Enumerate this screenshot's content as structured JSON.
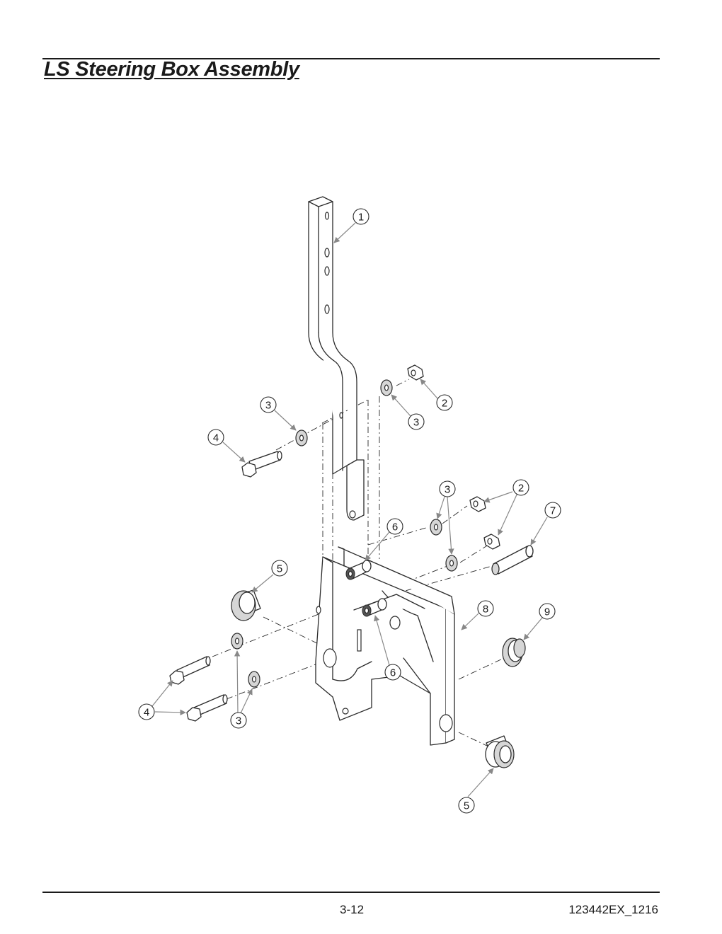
{
  "header": {
    "title": "LS Steering Box Assembly"
  },
  "footer": {
    "page_number": "3-12",
    "doc_code": "123442EX_1216"
  },
  "callouts": [
    {
      "label": "1"
    },
    {
      "label": "2"
    },
    {
      "label": "3"
    },
    {
      "label": "3"
    },
    {
      "label": "4"
    },
    {
      "label": "3"
    },
    {
      "label": "2"
    },
    {
      "label": "7"
    },
    {
      "label": "6"
    },
    {
      "label": "5"
    },
    {
      "label": "8"
    },
    {
      "label": "9"
    },
    {
      "label": "6"
    },
    {
      "label": "4"
    },
    {
      "label": "3"
    },
    {
      "label": "5"
    }
  ]
}
